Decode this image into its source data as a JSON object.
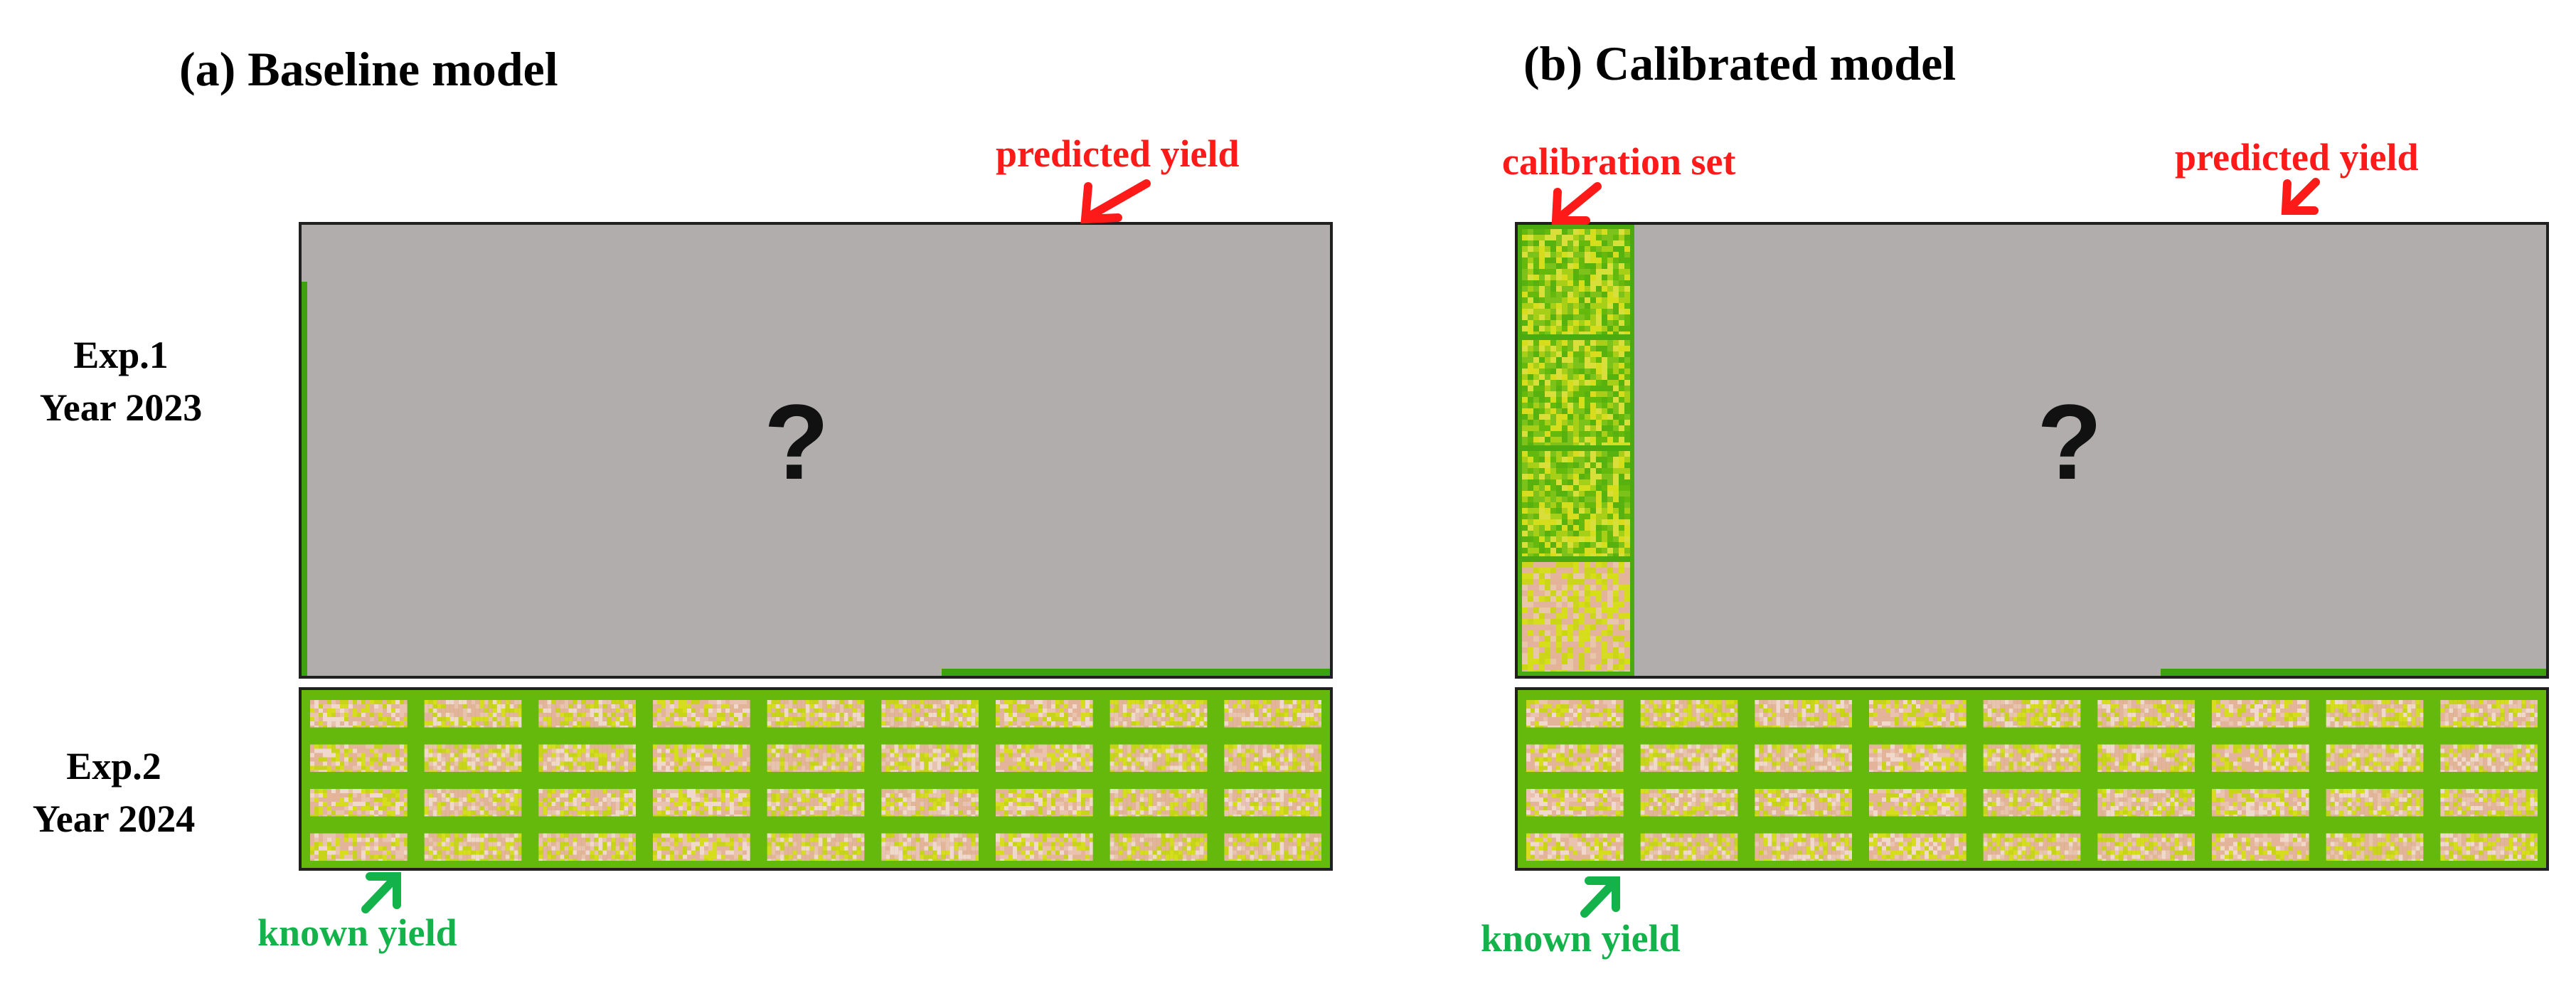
{
  "panels": {
    "a": {
      "title": "(a) Baseline model",
      "question_mark": "?"
    },
    "b": {
      "title": "(b) Calibrated model",
      "question_mark": "?"
    }
  },
  "rows": {
    "exp1": {
      "line1": "Exp.1",
      "line2": "Year 2023"
    },
    "exp2": {
      "line1": "Exp.2",
      "line2": "Year 2024"
    }
  },
  "annotations": {
    "predicted_yield": "predicted yield",
    "calibration_set": "calibration set",
    "known_yield": "known yield"
  },
  "colors": {
    "predicted_arrow": "#ff1a1a",
    "known_arrow": "#13b24a",
    "masked_field": "#b0adac",
    "field_green": "#64b90c",
    "plot_yellow": "#d6dd1c",
    "plot_pink": "#e3b49a"
  },
  "icons": {
    "arrow": "arrow-icon"
  }
}
